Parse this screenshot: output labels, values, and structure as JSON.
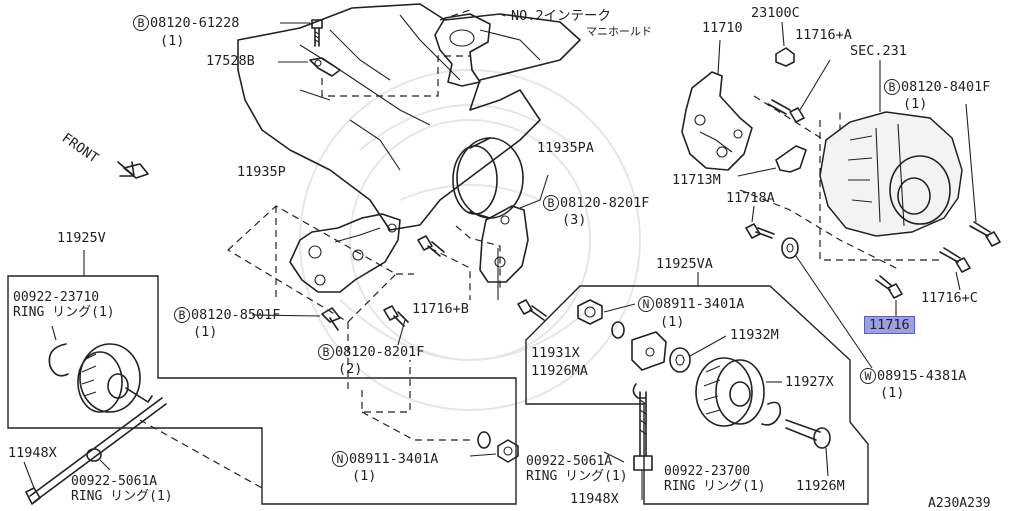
{
  "callouts": {
    "b_08120_61228": {
      "sym": "B",
      "part": "08120-61228",
      "qty": "(1)"
    },
    "p17528b": "17528B",
    "front": "FRONT",
    "intake_no2": "NO.2インテーク",
    "intake_manifold": "マニホールド",
    "p11710": "11710",
    "p23100c": "23100C",
    "p11716a": "11716+A",
    "sec231": "SEC.231",
    "b_08120_8401f": {
      "sym": "B",
      "part": "08120-8401F",
      "qty": "(1)"
    },
    "p11935pa": "11935PA",
    "p11935p": "11935P",
    "b_08120_8201f_top": {
      "sym": "B",
      "part": "08120-8201F",
      "qty": "(3)"
    },
    "p11713m": "11713M",
    "p11718a": "11718A",
    "p11925v": "11925V",
    "p11925va": "11925VA",
    "ring_23710": {
      "part": "00922-23710",
      "desc": "RING リング(1)"
    },
    "b_08120_8501f": {
      "sym": "B",
      "part": "08120-8501F",
      "qty": "(1)"
    },
    "p11716b": "11716+B",
    "n_08911_3401a_top": {
      "sym": "N",
      "part": "08911-3401A",
      "qty": "(1)"
    },
    "p11716c": "11716+C",
    "p11716": "11716",
    "b_08120_8201f_mid": {
      "sym": "B",
      "part": "08120-8201F",
      "qty": "(2)"
    },
    "p11932m": "11932M",
    "p11931x": "11931X",
    "p11926ma": "11926MA",
    "p11927x": "11927X",
    "w_08915_4381a": {
      "sym": "W",
      "part": "08915-4381A",
      "qty": "(1)"
    },
    "n_08911_3401a_bot": {
      "sym": "N",
      "part": "08911-3401A",
      "qty": "(1)"
    },
    "p11948x_left": "11948X",
    "ring_5061a_left": {
      "part": "00922-5061A",
      "desc": "RING リング(1)"
    },
    "ring_5061a_mid": {
      "part": "00922-5061A",
      "desc": "RING リング(1)"
    },
    "p11948x_bottom": "11948X",
    "ring_23700": {
      "part": "00922-23700",
      "desc": "RING リング(1)"
    },
    "p11926m": "11926M"
  },
  "diagram_code": "A230A239",
  "highlight": {
    "part": "11716",
    "color": "#9da0df"
  }
}
